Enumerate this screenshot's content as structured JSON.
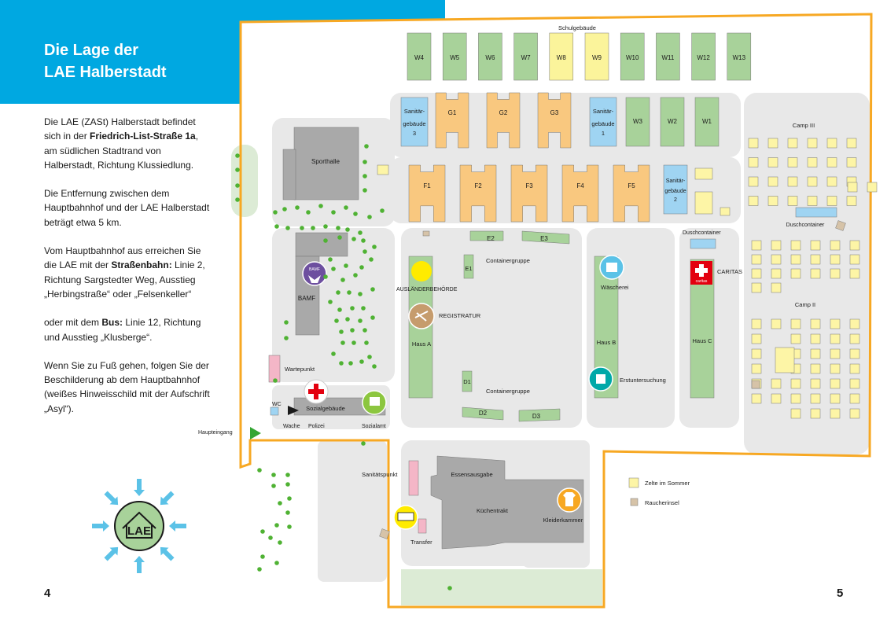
{
  "header": {
    "title_line1": "Die Lage der",
    "title_line2": "LAE Halberstadt"
  },
  "intro": {
    "p1": {
      "before": "Die LAE (ZASt) Halberstadt befindet sich in der ",
      "bold": "Friedrich-List-Straße 1a",
      "after": ", am südlichen Stadtrand von Halberstadt, Richtung Klussiedlung."
    },
    "p2": "Die Entfernung zwischen dem Hauptbahnhof und der LAE Halberstadt beträgt etwa 5 km.",
    "p3": {
      "before": "Vom Hauptbahnhof aus erreichen Sie die LAE mit der ",
      "bold": "Straßenbahn:",
      "after": " Linie 2, Richtung Sargstedter Weg, Ausstieg „Herbingstraße“ oder „Felsenkeller“"
    },
    "p4": {
      "before": "oder mit dem ",
      "bold": "Bus:",
      "after": " Linie 12, Richtung und Ausstieg „Klusberge“."
    },
    "p5": "Wenn Sie zu Fuß gehen, folgen Sie der Beschilderung ab dem Hauptbahnhof (weißes Hinweisschild mit der Aufschrift „Asyl“)."
  },
  "logo": {
    "text": "LAE"
  },
  "pages": {
    "left": "4",
    "right": "5"
  },
  "colors": {
    "blue": "#00a8e1",
    "orange": "#f9c87f",
    "green": "#a8d29a",
    "yellow": "#fbf49b",
    "lightblue": "#9fd4f2",
    "gray": "#a9a9a9",
    "pink": "#f4b6c7",
    "road": "#e8e8e8",
    "tent": "#fdf5a6",
    "smoke": "#d6c3a8",
    "boundary": "#f7a823"
  },
  "map": {
    "schulgebaeude": "Schulgebäude",
    "w_top": [
      "W4",
      "W5",
      "W6",
      "W7",
      "W8",
      "W9",
      "W10",
      "W11",
      "W12",
      "W13"
    ],
    "w_top_yellow": [
      "W8",
      "W9"
    ],
    "g_buildings": [
      "G1",
      "G2",
      "G3"
    ],
    "san3": [
      "Sanitär-",
      "gebäude",
      "3"
    ],
    "san1": [
      "Sanitär-",
      "gebäude",
      "1"
    ],
    "san2": [
      "Sanitär-",
      "gebäude",
      "2"
    ],
    "w_mid": [
      "W3",
      "W2",
      "W1"
    ],
    "f_buildings": [
      "F1",
      "F2",
      "F3",
      "F4",
      "F5"
    ],
    "sporthalle": "Sporthalle",
    "e2": "E2",
    "e3": "E3",
    "e1": "E1",
    "d1": "D1",
    "d2": "D2",
    "d3": "D3",
    "containergruppe": "Containergruppe",
    "auslaender": "AUSLÄNDERBEHÖRDE",
    "registratur": "REGISTRATUR",
    "haus_a": "Haus A",
    "haus_b": "Haus B",
    "haus_c": "Haus C",
    "waescherei": "Wäscherei",
    "erstuntersuchung": "Erstuntersuchung",
    "duschcontainer": "Duschcontainer",
    "caritas": "CARITAS",
    "caritas_logo": "caritas",
    "bamf": "BAMF",
    "bamf_icon": "BAMF",
    "wartepunkt": "Wartepunkt",
    "wc": "WC",
    "sozialgebaeude": "Sozialgebäude",
    "wache": "Wache",
    "polizei": "Polizei",
    "sozialamt": "Sozialamt",
    "haupteingang": "Haupteingang",
    "sanitaetspunkt": "Sanitätspunkt",
    "essensausgabe": "Essensausgabe",
    "kuechentrakt": "Küchentrakt",
    "kleiderkammer": "Kleiderkammer",
    "transfer": "Transfer",
    "camp3": "Camp III",
    "camp2": "Camp II",
    "legend_tent": "Zelte im Sommer",
    "legend_smoke": "Raucherinsel"
  }
}
